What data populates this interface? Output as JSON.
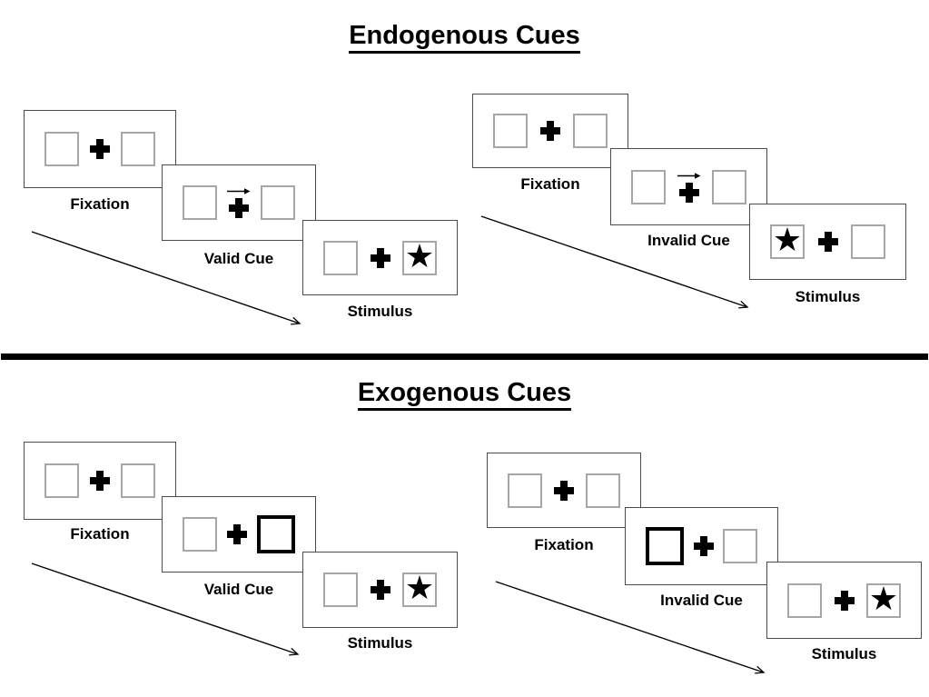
{
  "figure": {
    "sections": [
      {
        "title": "Endogenous Cues",
        "groups": [
          {
            "name": "valid-trial",
            "panels": [
              {
                "label": "Fixation",
                "type": "fixation"
              },
              {
                "label": "Valid Cue",
                "type": "endogenous-cue",
                "cue_arrow_direction": "right"
              },
              {
                "label": "Stimulus",
                "type": "stimulus",
                "star_side": "right"
              }
            ]
          },
          {
            "name": "invalid-trial",
            "panels": [
              {
                "label": "Fixation",
                "type": "fixation"
              },
              {
                "label": "Invalid Cue",
                "type": "endogenous-cue",
                "cue_arrow_direction": "right"
              },
              {
                "label": "Stimulus",
                "type": "stimulus",
                "star_side": "left"
              }
            ]
          }
        ]
      },
      {
        "title": "Exogenous Cues",
        "groups": [
          {
            "name": "valid-trial",
            "panels": [
              {
                "label": "Fixation",
                "type": "fixation"
              },
              {
                "label": "Valid Cue",
                "type": "exogenous-cue",
                "highlighted_box": "right"
              },
              {
                "label": "Stimulus",
                "type": "stimulus",
                "star_side": "right"
              }
            ]
          },
          {
            "name": "invalid-trial",
            "panels": [
              {
                "label": "Fixation",
                "type": "fixation"
              },
              {
                "label": "Invalid Cue",
                "type": "exogenous-cue",
                "highlighted_box": "left"
              },
              {
                "label": "Stimulus",
                "type": "stimulus",
                "star_side": "right"
              }
            ]
          }
        ]
      }
    ],
    "symbols": {
      "star": "★"
    },
    "colors": {
      "background": "#ffffff",
      "panel_border": "#4a4a4a",
      "box_border": "#a6a6a6",
      "cue_box_border": "#000000",
      "text": "#000000",
      "divider": "#000000"
    }
  }
}
